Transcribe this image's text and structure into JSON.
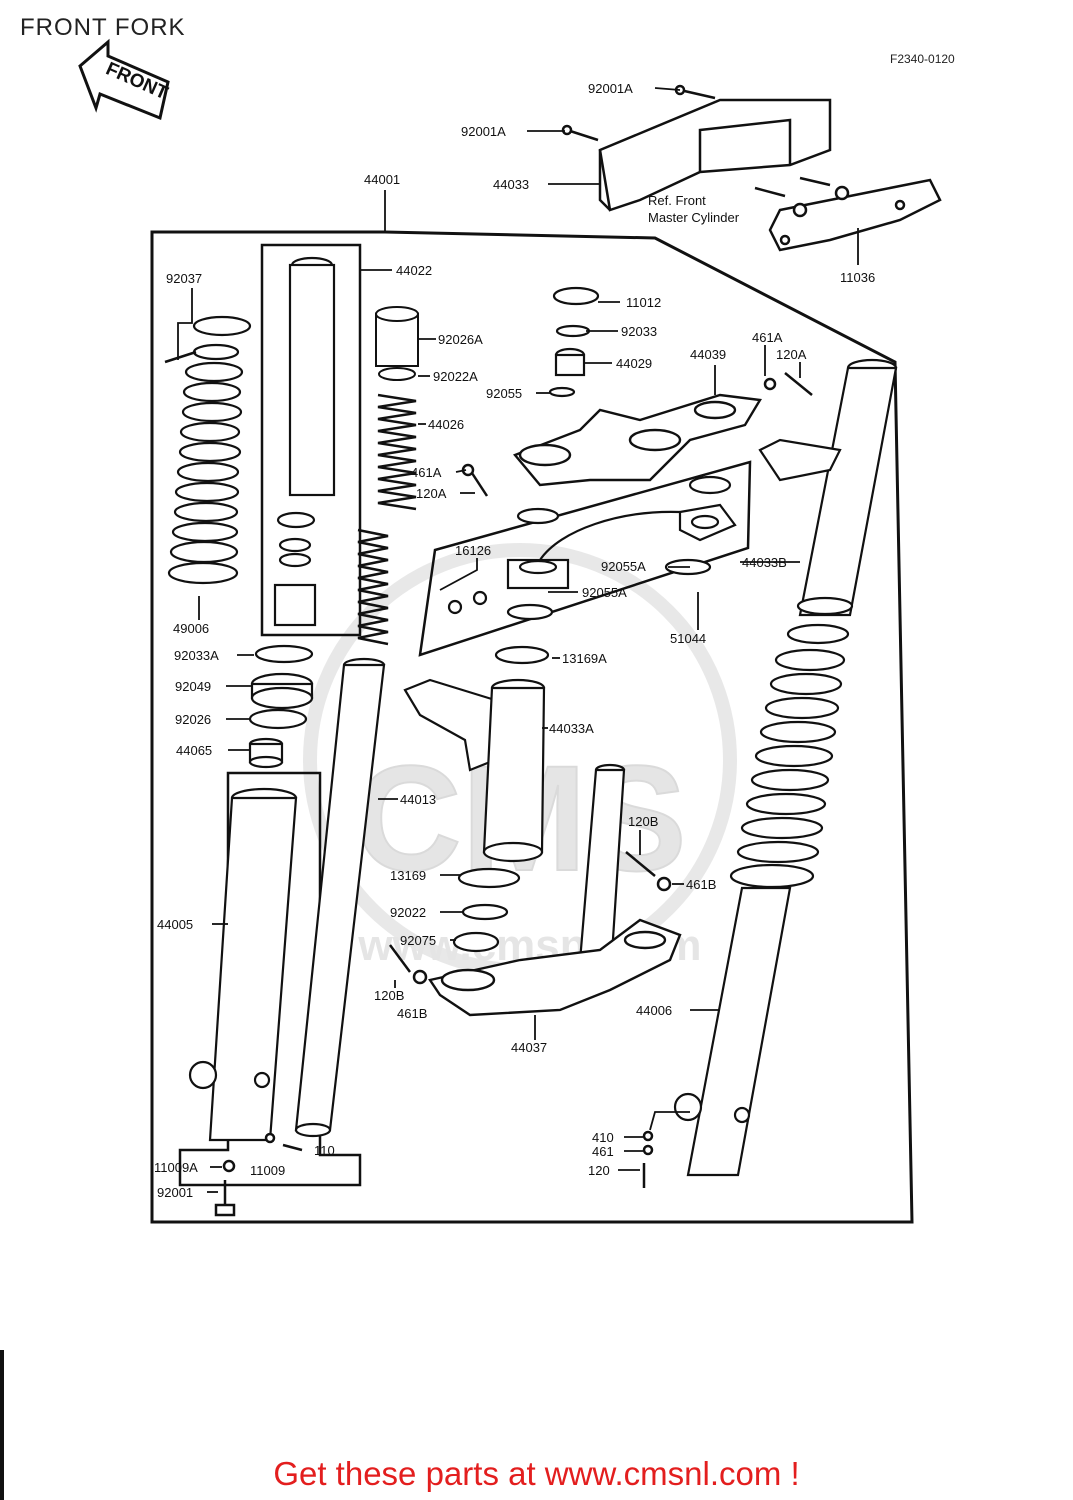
{
  "page": {
    "title": "FRONT FORK",
    "diagram_code": "F2340-0120",
    "front_arrow_label": "FRONT",
    "ref_note_line1": "Ref. Front",
    "ref_note_line2": "Master Cylinder",
    "footer": "Get these parts at www.cmsnl.com !"
  },
  "watermark": {
    "logo_text": "CMS",
    "url_text": "www.cmsnl.com",
    "color": "#cfcfcf"
  },
  "colors": {
    "line": "#111111",
    "footer": "#e31e1e"
  },
  "parts": [
    {
      "id": "p-92001a-top",
      "label": "92001A"
    },
    {
      "id": "p-92001a-mid",
      "label": "92001A"
    },
    {
      "id": "p-44033",
      "label": "44033"
    },
    {
      "id": "p-11036",
      "label": "11036"
    },
    {
      "id": "p-44001",
      "label": "44001"
    },
    {
      "id": "p-44022",
      "label": "44022"
    },
    {
      "id": "p-92037",
      "label": "92037"
    },
    {
      "id": "p-11012",
      "label": "11012"
    },
    {
      "id": "p-92033",
      "label": "92033"
    },
    {
      "id": "p-92026a",
      "label": "92026A"
    },
    {
      "id": "p-44029",
      "label": "44029"
    },
    {
      "id": "p-44039",
      "label": "44039"
    },
    {
      "id": "p-461a-right",
      "label": "461A"
    },
    {
      "id": "p-120a-right",
      "label": "120A"
    },
    {
      "id": "p-92022a",
      "label": "92022A"
    },
    {
      "id": "p-92055",
      "label": "92055"
    },
    {
      "id": "p-44026",
      "label": "44026"
    },
    {
      "id": "p-461a-left",
      "label": "461A"
    },
    {
      "id": "p-120a-left",
      "label": "120A"
    },
    {
      "id": "p-16126",
      "label": "16126"
    },
    {
      "id": "p-92055a-1",
      "label": "92055A"
    },
    {
      "id": "p-44033b",
      "label": "44033B"
    },
    {
      "id": "p-92055a-2",
      "label": "92055A"
    },
    {
      "id": "p-49006",
      "label": "49006"
    },
    {
      "id": "p-51044",
      "label": "51044"
    },
    {
      "id": "p-92033a",
      "label": "92033A"
    },
    {
      "id": "p-13169a",
      "label": "13169A"
    },
    {
      "id": "p-92049",
      "label": "92049"
    },
    {
      "id": "p-92026",
      "label": "92026"
    },
    {
      "id": "p-44033a",
      "label": "44033A"
    },
    {
      "id": "p-44065",
      "label": "44065"
    },
    {
      "id": "p-44013",
      "label": "44013"
    },
    {
      "id": "p-120b-right",
      "label": "120B"
    },
    {
      "id": "p-13169",
      "label": "13169"
    },
    {
      "id": "p-461b-right",
      "label": "461B"
    },
    {
      "id": "p-44005",
      "label": "44005"
    },
    {
      "id": "p-92022",
      "label": "92022"
    },
    {
      "id": "p-92075",
      "label": "92075"
    },
    {
      "id": "p-120b-left",
      "label": "120B"
    },
    {
      "id": "p-461b-left",
      "label": "461B"
    },
    {
      "id": "p-44006",
      "label": "44006"
    },
    {
      "id": "p-44037",
      "label": "44037"
    },
    {
      "id": "p-410",
      "label": "410"
    },
    {
      "id": "p-461",
      "label": "461"
    },
    {
      "id": "p-110",
      "label": "110"
    },
    {
      "id": "p-11009a",
      "label": "11009A"
    },
    {
      "id": "p-11009",
      "label": "11009"
    },
    {
      "id": "p-120",
      "label": "120"
    },
    {
      "id": "p-92001",
      "label": "92001"
    }
  ]
}
